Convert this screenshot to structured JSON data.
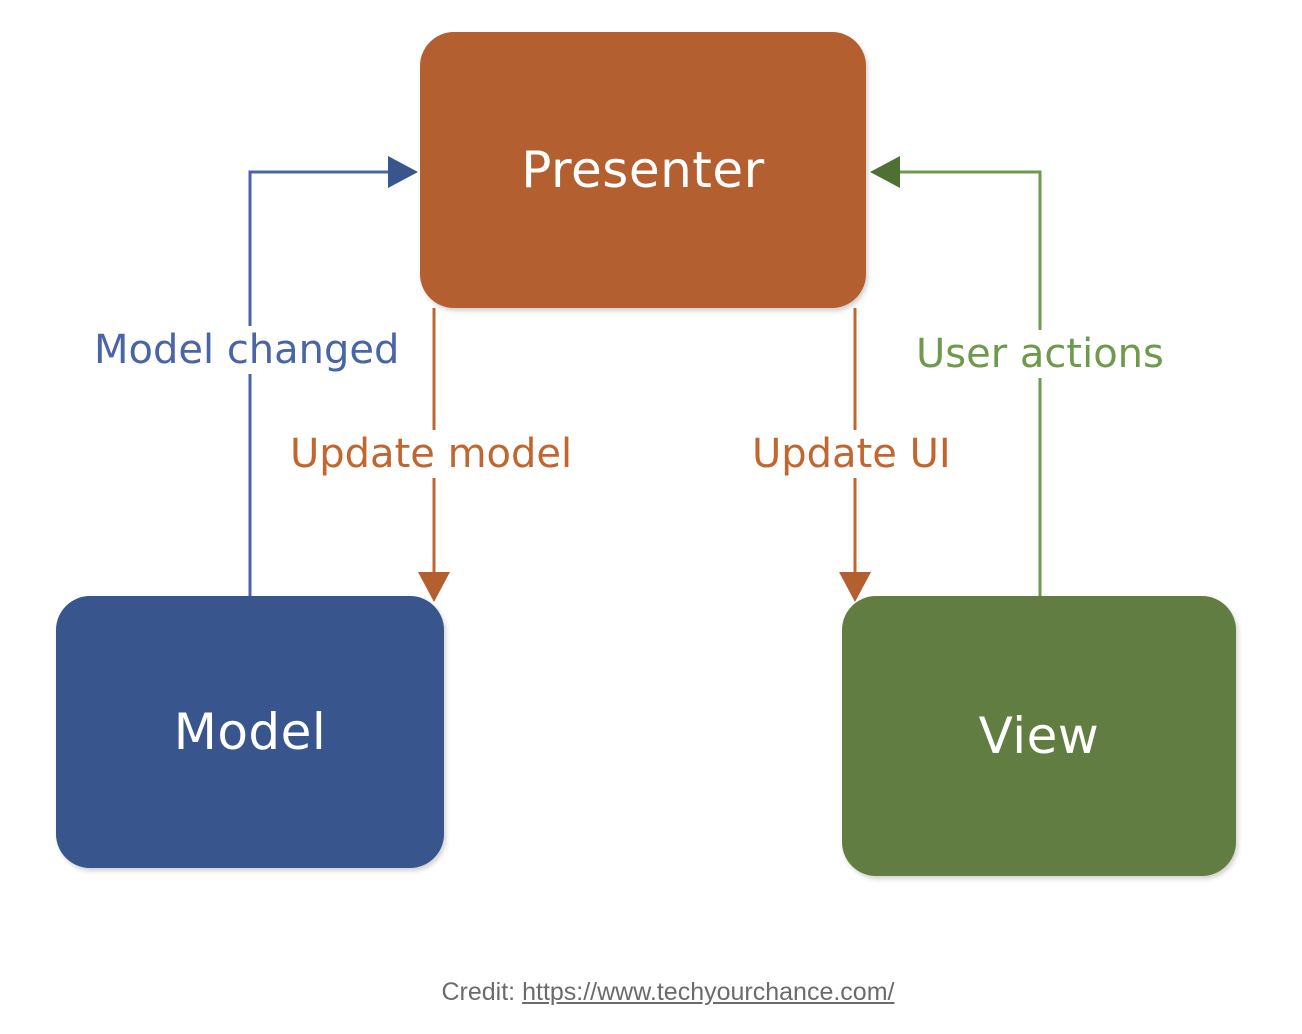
{
  "nodes": {
    "presenter": {
      "label": "Presenter",
      "color": "#b45f30"
    },
    "model": {
      "label": "Model",
      "color": "#38558d"
    },
    "view": {
      "label": "View",
      "color": "#617d41"
    }
  },
  "edges": {
    "model_changed": {
      "label": "Model changed",
      "color": "#4a64a8",
      "from": "model",
      "to": "presenter"
    },
    "update_model": {
      "label": "Update model",
      "color": "#c2662f",
      "from": "presenter",
      "to": "model"
    },
    "update_ui": {
      "label": "Update UI",
      "color": "#c2662f",
      "from": "presenter",
      "to": "view"
    },
    "user_actions": {
      "label": "User actions",
      "color": "#6f9a4e",
      "from": "view",
      "to": "presenter"
    }
  },
  "credit": {
    "prefix": "Credit: ",
    "link_text": "https://www.techyourchance.com/"
  }
}
